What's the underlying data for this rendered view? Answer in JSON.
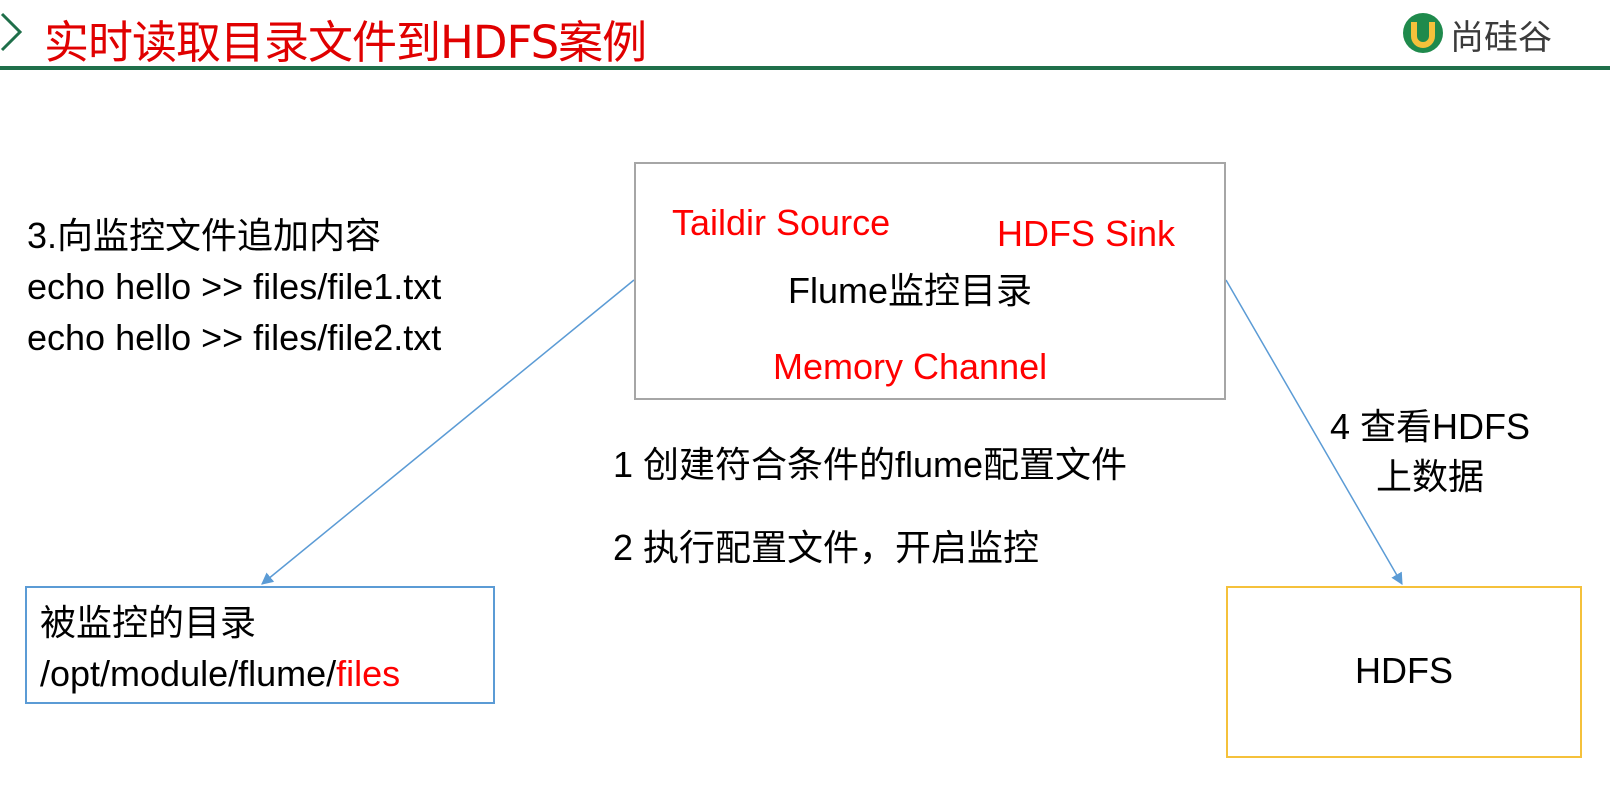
{
  "header": {
    "title": "实时读取目录文件到HDFS案例",
    "logo_text": "尚硅谷",
    "accent_color": "#1f6f4a",
    "title_color": "#e00000"
  },
  "flume_box": {
    "source_label": "Taildir Source",
    "sink_label": "HDFS Sink",
    "center_label": "Flume监控目录",
    "channel_label": "Memory Channel"
  },
  "steps": {
    "append_heading": "3.向监控文件追加内容",
    "append_cmd_1": "echo hello >> files/file1.txt",
    "append_cmd_2": "echo hello >> files/file2.txt",
    "step1": "1 创建符合条件的flume配置文件",
    "step2": "2 执行配置文件，开启监控",
    "step4_line1": "4 查看HDFS",
    "step4_line2": "上数据"
  },
  "dir_box": {
    "heading": "被监控的目录",
    "path_prefix": "/opt/module/flume/",
    "path_highlight": "files"
  },
  "hdfs_box": {
    "label": "HDFS"
  }
}
